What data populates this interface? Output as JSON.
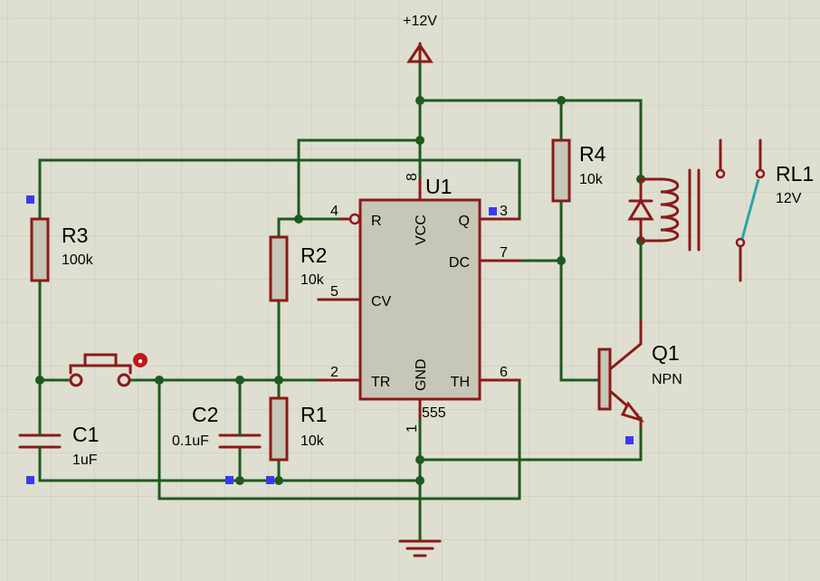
{
  "power": {
    "label": "+12V"
  },
  "components": {
    "r3": {
      "ref": "R3",
      "value": "100k"
    },
    "r2": {
      "ref": "R2",
      "value": "10k"
    },
    "r1": {
      "ref": "R1",
      "value": "10k"
    },
    "r4": {
      "ref": "R4",
      "value": "10k"
    },
    "c1": {
      "ref": "C1",
      "value": "1uF"
    },
    "c2": {
      "ref": "C2",
      "value": "0.1uF"
    },
    "q1": {
      "ref": "Q1",
      "value": "NPN"
    },
    "rl1": {
      "ref": "RL1",
      "value": "12V"
    },
    "u1": {
      "ref": "U1",
      "part": "555"
    }
  },
  "ic_pins": {
    "reset": {
      "num": "4",
      "name": "R"
    },
    "vcc": {
      "num": "8",
      "name": "VCC"
    },
    "q": {
      "num": "3",
      "name": "Q"
    },
    "dc": {
      "num": "7",
      "name": "DC"
    },
    "cv": {
      "num": "5",
      "name": "CV"
    },
    "tr": {
      "num": "2",
      "name": "TR"
    },
    "gnd": {
      "num": "1",
      "name": "GND"
    },
    "th": {
      "num": "6",
      "name": "TH"
    }
  },
  "colors": {
    "background": "#dedfd0",
    "grid": "#c9cabb",
    "wire": "#1e5a1e",
    "component": "#8b1a1a",
    "probe": "#3a3af0",
    "relay_switch": "#2aa6a6"
  }
}
